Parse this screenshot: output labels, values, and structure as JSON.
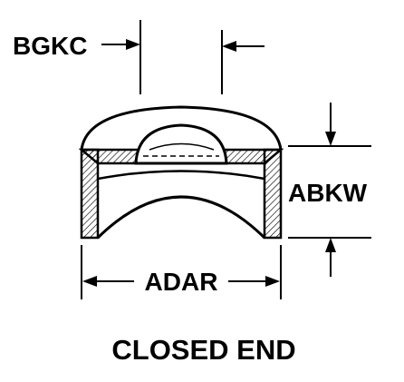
{
  "figure": {
    "caption": "CLOSED END",
    "labels": {
      "top_left": "BGKC",
      "right": "ABKW",
      "bottom": "ADAR"
    }
  }
}
